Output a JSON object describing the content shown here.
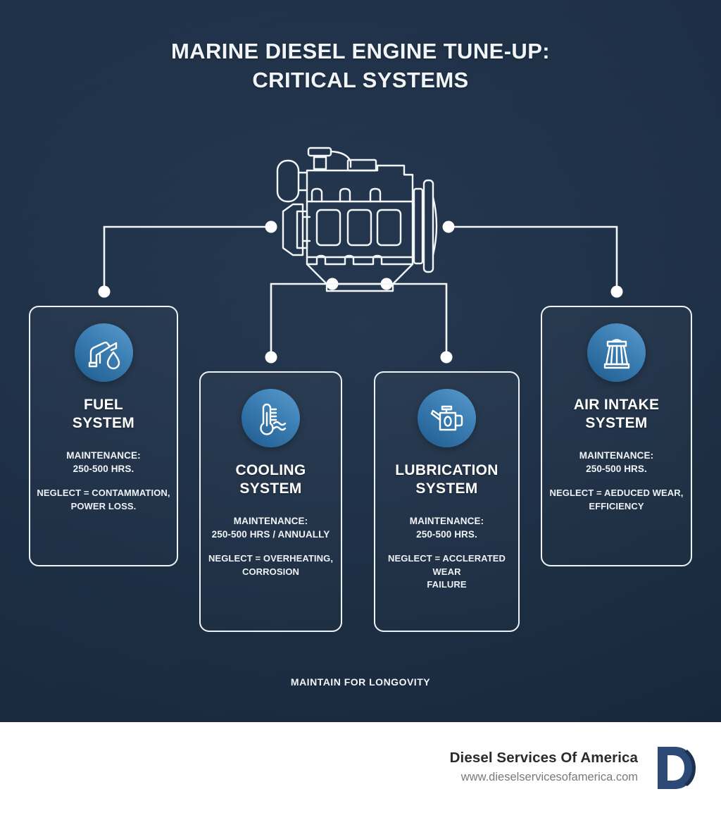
{
  "title": {
    "line1": "MARINE DIESEL ENGINE TUNE-UP:",
    "line2": "CRITICAL SYSTEMS"
  },
  "tagline": "MAINTAIN FOR LONGOVITY",
  "colors": {
    "background_dark": "#1d3048",
    "card_border": "#eef2f6",
    "icon_circle_light": "#5b9ccd",
    "icon_circle_dark": "#1f5b8e",
    "text_white": "#ffffff",
    "footer_bg": "#ffffff",
    "logo_navy": "#2c4a75",
    "brand_text": "#2b2b2b",
    "site_text": "#7a7a7a"
  },
  "engine": {
    "label": "marine diesel engine illustration"
  },
  "cards": [
    {
      "id": "fuel",
      "icon": "fuel-nozzle-icon",
      "title_line1": "FUEL",
      "title_line2": "SYSTEM",
      "maintenance_line1": "MAINTENANCE:",
      "maintenance_line2": "250-500 HRS.",
      "neglect_line1": "NEGLECT = CONTAMMATION,",
      "neglect_line2": "POWER LOSS."
    },
    {
      "id": "cooling",
      "icon": "thermometer-water-icon",
      "title_line1": "COOLING",
      "title_line2": "SYSTEM",
      "maintenance_line1": "MAINTENANCE:",
      "maintenance_line2": "250-500 HRS / ANNUALLY",
      "neglect_line1": "NEGLECT = OVERHEATING,",
      "neglect_line2": "CORROSION"
    },
    {
      "id": "lubrication",
      "icon": "oil-can-icon",
      "title_line1": "LUBRICATION",
      "title_line2": "SYSTEM",
      "maintenance_line1": "MAINTENANCE:",
      "maintenance_line2": "250-500 HRS.",
      "neglect_line1": "NEGLECT = ACCLERATED WEAR",
      "neglect_line2": "FAILURE"
    },
    {
      "id": "air-intake",
      "icon": "air-filter-icon",
      "title_line1": "AIR INTAKE",
      "title_line2": "SYSTEM",
      "maintenance_line1": "MAINTENANCE:",
      "maintenance_line2": "250-500 HRS.",
      "neglect_line1": "NEGLECT = AEDUCED WEAR,",
      "neglect_line2": "EFFICIENCY"
    }
  ],
  "footer": {
    "brand": "Diesel Services Of America",
    "website": "www.dieselservicesofamerica.com",
    "logo_letter": "D"
  }
}
